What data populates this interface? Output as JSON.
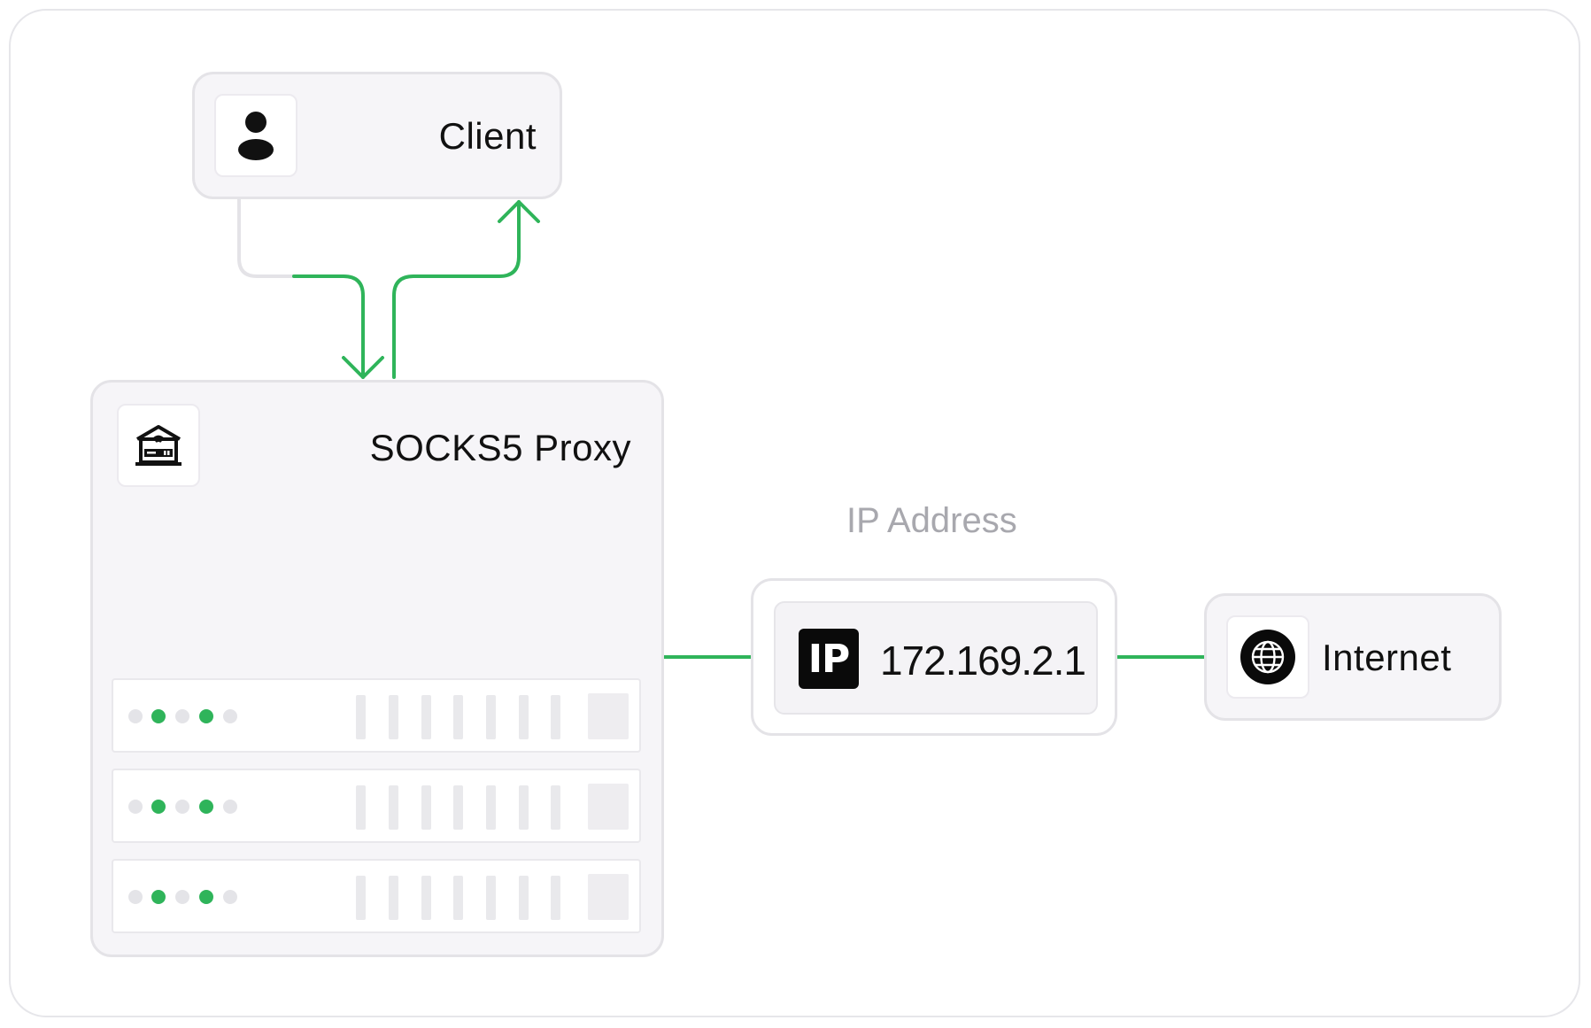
{
  "nodes": {
    "client": {
      "label": "Client",
      "icon": "user-icon"
    },
    "proxy": {
      "label": "SOCKS5 Proxy",
      "icon": "router-house-icon"
    },
    "ip": {
      "caption": "IP Address",
      "badge": "IP",
      "address": "172.169.2.1"
    },
    "internet": {
      "label": "Internet",
      "icon": "globe-icon"
    }
  },
  "colors": {
    "accent": "#2fb45a",
    "card_bg": "#f6f5f8",
    "border": "#e4e3e7",
    "caption": "#a8a8ae",
    "led_off": "#e4e4e8"
  },
  "server_racks": [
    {
      "leds": [
        "off",
        "on",
        "off",
        "on",
        "off"
      ]
    },
    {
      "leds": [
        "off",
        "on",
        "off",
        "on",
        "off"
      ]
    },
    {
      "leds": [
        "off",
        "on",
        "off",
        "on",
        "off"
      ]
    }
  ]
}
